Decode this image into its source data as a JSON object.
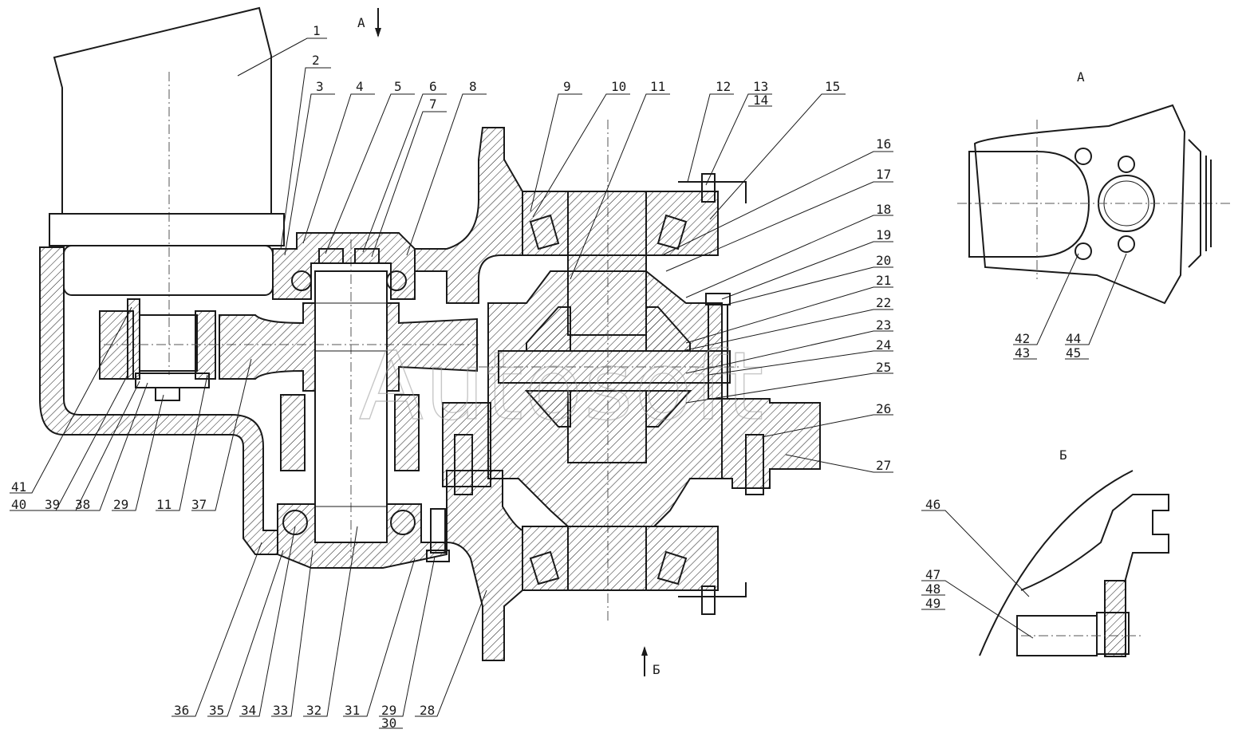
{
  "watermark": "Autosoft",
  "views": {
    "view_a_label": "А",
    "view_b_label": "Б",
    "section_a_arrow": "А",
    "section_b_arrow": "Б"
  },
  "callouts": {
    "top": [
      "1",
      "2",
      "3",
      "4",
      "5",
      "6",
      "7",
      "8",
      "9",
      "10",
      "11",
      "12",
      "13",
      "14",
      "15"
    ],
    "right": [
      "16",
      "17",
      "18",
      "19",
      "20",
      "21",
      "22",
      "23",
      "24",
      "25",
      "26",
      "27"
    ],
    "bottom_left": [
      "41",
      "40",
      "39",
      "38",
      "29",
      "11",
      "37"
    ],
    "bottom": [
      "36",
      "35",
      "34",
      "33",
      "32",
      "31",
      "29",
      "30",
      "28"
    ],
    "view_a": [
      "42",
      "43",
      "44",
      "45"
    ],
    "view_b": [
      "46",
      "47",
      "48",
      "49"
    ]
  },
  "colors": {
    "line": "#1a1a1a",
    "watermark": "#9a9a9a",
    "background": "#ffffff"
  }
}
